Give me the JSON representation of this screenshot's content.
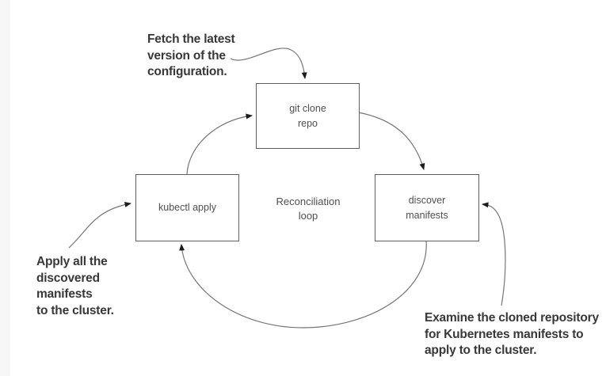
{
  "diagram": {
    "title_context": "GitOps reconciliation loop diagram",
    "nodes": [
      {
        "id": "git-clone-repo",
        "label": "git clone\nrepo"
      },
      {
        "id": "discover-manifests",
        "label": "discover\nmanifests"
      },
      {
        "id": "kubectl-apply",
        "label": "kubectl apply"
      }
    ],
    "center_label": "Reconciliation\nloop",
    "annotations": [
      {
        "id": "fetch",
        "text": "Fetch the latest\nversion of the\nconfiguration."
      },
      {
        "id": "apply",
        "text": "Apply all the\ndiscovered\nmanifests\nto the cluster."
      },
      {
        "id": "examine",
        "text": "Examine the cloned repository\nfor Kubernetes manifests to\napply to the cluster."
      }
    ],
    "colors": {
      "background": "#ffffff",
      "left_strip": "#f7f7f7",
      "line": "#757575",
      "box_border": "#5f5f5f",
      "box_text": "#4f4f4f",
      "annotation_text": "#383838",
      "arrowhead": "#1c1c1c"
    }
  }
}
